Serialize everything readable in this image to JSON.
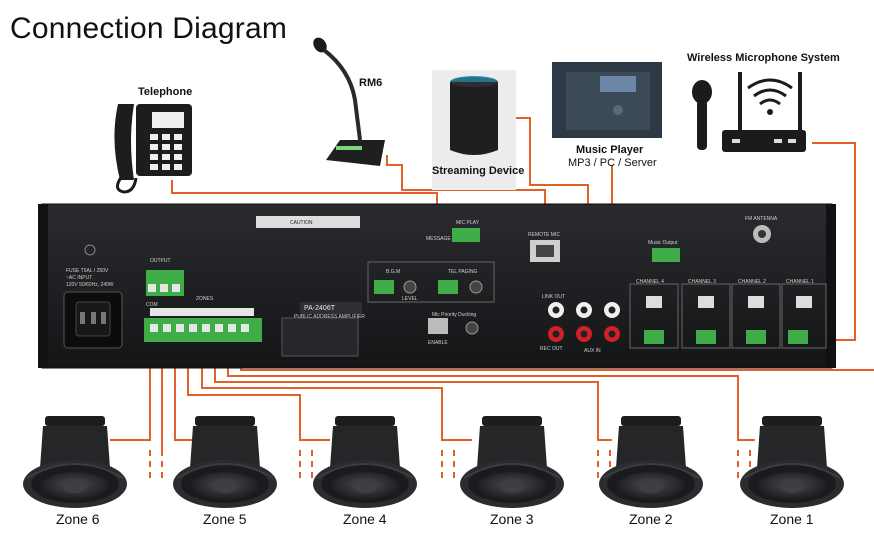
{
  "title": "Connection Diagram",
  "devices": {
    "telephone": "Telephone",
    "rm6": "RM6",
    "streaming": "Streaming Device",
    "music_player": "Music Player",
    "music_player_sub": "MP3 / PC / Server",
    "wireless_mic": "Wireless Microphone System"
  },
  "amplifier": {
    "model": "PA-2406T",
    "subtitle": "PUBLIC ADDRESS AMPLIFIER",
    "output": "OUTPUT",
    "com": "COM",
    "zones_label": "ZONES",
    "fuse": "FUSE T6AL / 250V",
    "ac_input": "~AC INPUT",
    "voltage": "120V 50/60Hz, 240W",
    "message": "MESSAGE",
    "mic_play": "MIC  PLAY",
    "remote_mic": "REMOTE MIC",
    "fm_antenna": "FM ANTENNA",
    "music_output": "Music Output",
    "link_out": "LINK OUT",
    "rec_out": "REC OUT",
    "aux_in": "AUX IN",
    "level": "LEVEL",
    "bgm": "B.G.M",
    "tel_paging": "TEL PAGING",
    "mic_priority": "Mic Priority Ducking",
    "enable": "ENABLE",
    "caution": "CAUTION",
    "channels": [
      "CHANNEL 4",
      "CHANNEL 3",
      "CHANNEL 2",
      "CHANNEL 1"
    ]
  },
  "zones": [
    "Zone 6",
    "Zone 5",
    "Zone 4",
    "Zone 3",
    "Zone 2",
    "Zone 1"
  ],
  "colors": {
    "wire": "#e0622a",
    "panel": "#1b1c1e",
    "terminal": "#3fae49",
    "rca_red": "#d12027",
    "rca_white": "#efefef",
    "speaker": "#2a2b2d"
  }
}
